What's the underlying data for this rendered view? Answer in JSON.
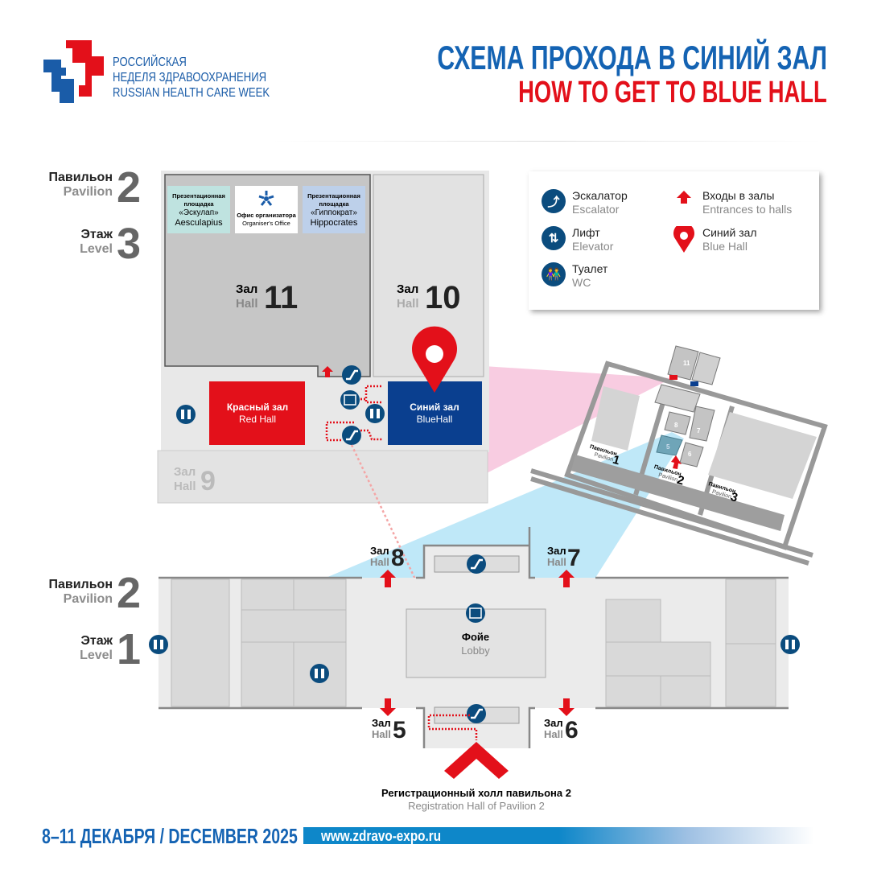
{
  "logo": {
    "line1": "РОССИЙСКАЯ",
    "line2": "НЕДЕЛЯ ЗДРАВООХРАНЕНИЯ",
    "line3": "RUSSIAN HEALTH CARE WEEK"
  },
  "title": {
    "ru": "СХЕМА ПРОХОДА В СИНИЙ ЗАЛ",
    "en": "HOW TO GET TO BLUE HALL"
  },
  "floor_upper": {
    "pavilion_ru": "Павильон",
    "pavilion_en": "Pavilion",
    "pavilion_num": "2",
    "floor_ru": "Этаж",
    "floor_en": "Level",
    "floor_num": "3"
  },
  "floor_lower": {
    "pavilion_ru": "Павильон",
    "pavilion_en": "Pavilion",
    "pavilion_num": "2",
    "floor_ru": "Этаж",
    "floor_en": "Level",
    "floor_num": "1"
  },
  "upper_map": {
    "aesculapius": {
      "l1": "Презентационная",
      "l2": "площадка",
      "l3": "«Эскулап»",
      "l4": "Aesculapius"
    },
    "office": {
      "l1": "Офис организатора",
      "l2": "Organiser's Office"
    },
    "hippocrates": {
      "l1": "Презентационная",
      "l2": "площадка",
      "l3": "«Гиппократ»",
      "l4": "Hippocrates"
    },
    "hall11": {
      "ru": "Зал",
      "en": "Hall",
      "num": "11"
    },
    "hall10": {
      "ru": "Зал",
      "en": "Hall",
      "num": "10"
    },
    "hall9": {
      "ru": "Зал",
      "en": "Hall",
      "num": "9"
    },
    "red_hall": {
      "ru": "Красный зал",
      "en": "Red Hall"
    },
    "blue_hall": {
      "ru": "Синий зал",
      "en": "BlueHall"
    }
  },
  "lower_map": {
    "hall8": {
      "ru": "Зал",
      "en": "Hall",
      "num": "8"
    },
    "hall7": {
      "ru": "Зал",
      "en": "Hall",
      "num": "7"
    },
    "hall5": {
      "ru": "Зал",
      "en": "Hall",
      "num": "5"
    },
    "hall6": {
      "ru": "Зал",
      "en": "Hall",
      "num": "6"
    },
    "lobby": {
      "ru": "Фойе",
      "en": "Lobby"
    },
    "registration": {
      "ru": "Регистрационный холл павильона 2",
      "en": "Registration Hall of Pavilion 2"
    }
  },
  "site_map": {
    "p1": {
      "ru": "Павильон",
      "en": "Pavilion",
      "num": "1"
    },
    "p2": {
      "ru": "Павильон",
      "en": "Pavilion",
      "num": "2"
    },
    "p3": {
      "ru": "Павильон",
      "en": "Pavilion",
      "num": "3"
    },
    "halls": [
      "11",
      "8",
      "7",
      "5",
      "6"
    ]
  },
  "legend": {
    "escalator": {
      "ru": "Эскалатор",
      "en": "Escalator"
    },
    "elevator": {
      "ru": "Лифт",
      "en": "Elevator"
    },
    "wc": {
      "ru": "Туалет",
      "en": "WC"
    },
    "entrances": {
      "ru": "Входы в залы",
      "en": "Entrances to halls"
    },
    "blue_hall": {
      "ru": "Синий зал",
      "en": "Blue Hall"
    }
  },
  "footer": {
    "date": "8–11 ДЕКАБРЯ / DECEMBER 2025",
    "url": "www.zdravo-expo.ru"
  },
  "colors": {
    "blue": "#1463b3",
    "red": "#e3101a",
    "navy": "#0b4c7e",
    "blue_hall": "#0a3f8f"
  }
}
